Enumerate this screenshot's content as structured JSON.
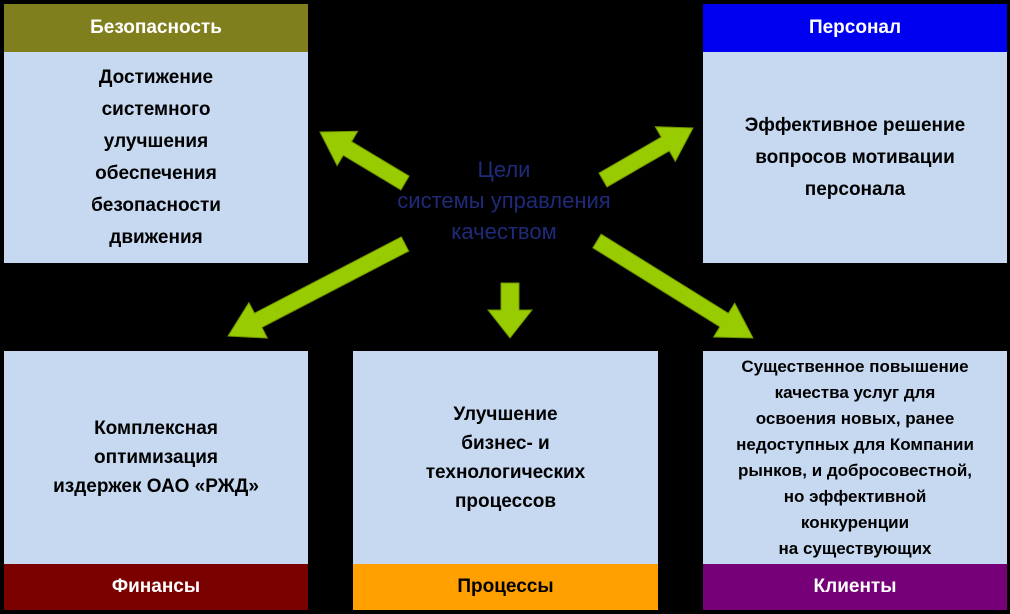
{
  "center": {
    "title": "Цели\nсистемы управления\nкачеством"
  },
  "perspectives": {
    "safety": {
      "header": "Безопасность",
      "header_color": "#7f7f1d",
      "header_text_color": "#ffffff",
      "text": "Достижение\nсистемного\nулучшения\nобеспечения\nбезопасности\nдвижения"
    },
    "personnel": {
      "header": "Персонал",
      "header_color": "#0000f0",
      "header_text_color": "#ffffff",
      "text": "Эффективное  решение\nвопросов мотивации\nперсонала"
    },
    "finance": {
      "header": "Финансы",
      "header_color": "#7b0000",
      "header_text_color": "#ffffff",
      "text": "Комплексная\nоптимизация\nиздержек ОАО «РЖД»"
    },
    "processes": {
      "header": "Процессы",
      "header_color": "#ff9f00",
      "header_text_color": "#000000",
      "text": "Улучшение\nбизнес- и\nтехнологических\nпроцессов"
    },
    "clients": {
      "header": "Клиенты",
      "header_color": "#750077",
      "header_text_color": "#ffffff",
      "text": "Существенное повышение\nкачества услуг для\nосвоения новых, ранее\nнедоступных для Компании\nрынков, и добросовестной,\nно эффективной\nконкуренции\nна существующих"
    }
  },
  "colors": {
    "box_fill": "#c6d9f1",
    "arrow_fill": "#99cc00",
    "background": "#000000"
  }
}
